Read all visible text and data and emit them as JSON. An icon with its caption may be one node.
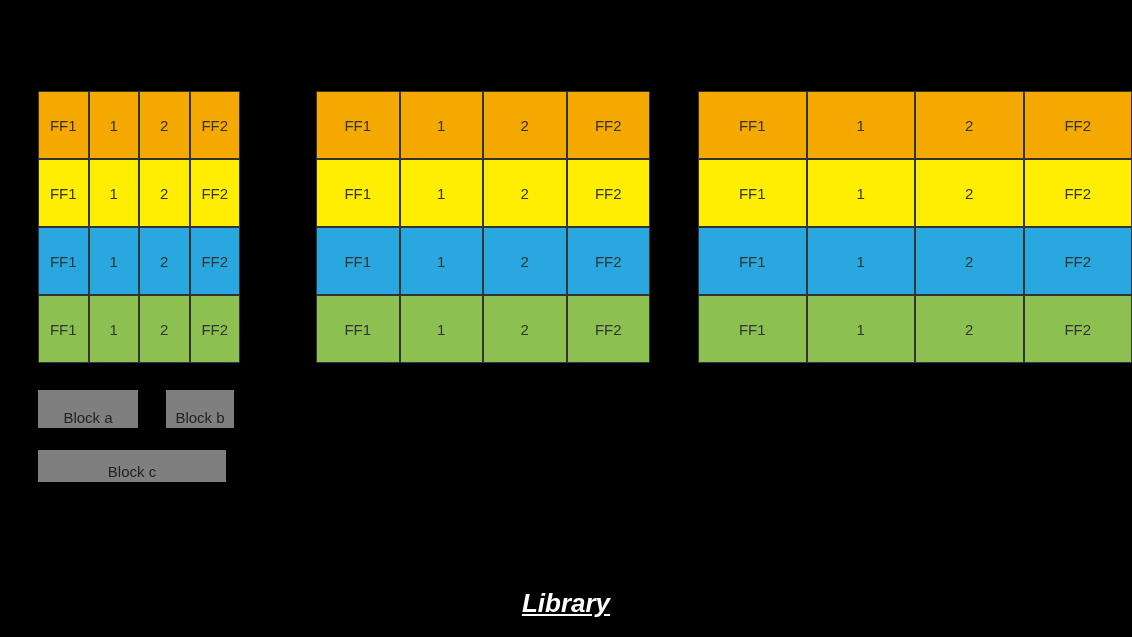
{
  "diagram": {
    "caption": "Library",
    "nodes": [
      {
        "text": [
          "FF1"
        ]
      },
      {
        "text": [
          "1"
        ]
      },
      {
        "text": [
          "2"
        ]
      },
      {
        "text": [
          "FF2"
        ]
      },
      {
        "text": [
          "FF1"
        ]
      },
      {
        "text": [
          "1"
        ]
      },
      {
        "text": [
          "2"
        ]
      },
      {
        "text": [
          "FF2"
        ]
      },
      {
        "text": [
          "FF1"
        ]
      },
      {
        "text": [
          "1"
        ]
      },
      {
        "text": [
          "2"
        ]
      },
      {
        "text": [
          "FF2"
        ]
      },
      {
        "text": [
          "FF1"
        ]
      },
      {
        "text": [
          "1"
        ]
      },
      {
        "text": [
          "2"
        ]
      },
      {
        "text": [
          "FF2"
        ]
      },
      {
        "text": [
          "FF1"
        ]
      },
      {
        "text": [
          "1"
        ]
      },
      {
        "text": [
          "2"
        ]
      },
      {
        "text": [
          "FF2"
        ]
      },
      {
        "text": [
          "FF1"
        ]
      },
      {
        "text": [
          "1"
        ]
      },
      {
        "text": [
          "2"
        ]
      },
      {
        "text": [
          "FF2"
        ]
      },
      {
        "text": [
          "FF1"
        ]
      },
      {
        "text": [
          "1"
        ]
      },
      {
        "text": [
          "2"
        ]
      },
      {
        "text": [
          "FF2"
        ]
      },
      {
        "text": [
          "FF1"
        ]
      },
      {
        "text": [
          "1"
        ]
      },
      {
        "text": [
          "2"
        ]
      },
      {
        "text": [
          "FF2"
        ]
      },
      {
        "text": [
          "FF1"
        ]
      },
      {
        "text": [
          "1"
        ]
      },
      {
        "text": [
          "2"
        ]
      },
      {
        "text": [
          "FF2"
        ]
      },
      {
        "text": [
          "FF1"
        ]
      },
      {
        "text": [
          "1"
        ]
      },
      {
        "text": [
          "2"
        ]
      },
      {
        "text": [
          "FF2"
        ]
      },
      {
        "text": [
          "FF1"
        ]
      },
      {
        "text": [
          "1"
        ]
      },
      {
        "text": [
          "2"
        ]
      },
      {
        "text": [
          "FF2"
        ]
      },
      {
        "text": [
          "FF1"
        ]
      },
      {
        "text": [
          "1"
        ]
      },
      {
        "text": [
          "2"
        ]
      },
      {
        "text": [
          "FF2"
        ]
      },
      {
        "text": [
          "Block a"
        ]
      },
      {
        "text": [
          "Block b"
        ]
      },
      {
        "text": [
          "Block c"
        ]
      }
    ],
    "edges": []
  }
}
